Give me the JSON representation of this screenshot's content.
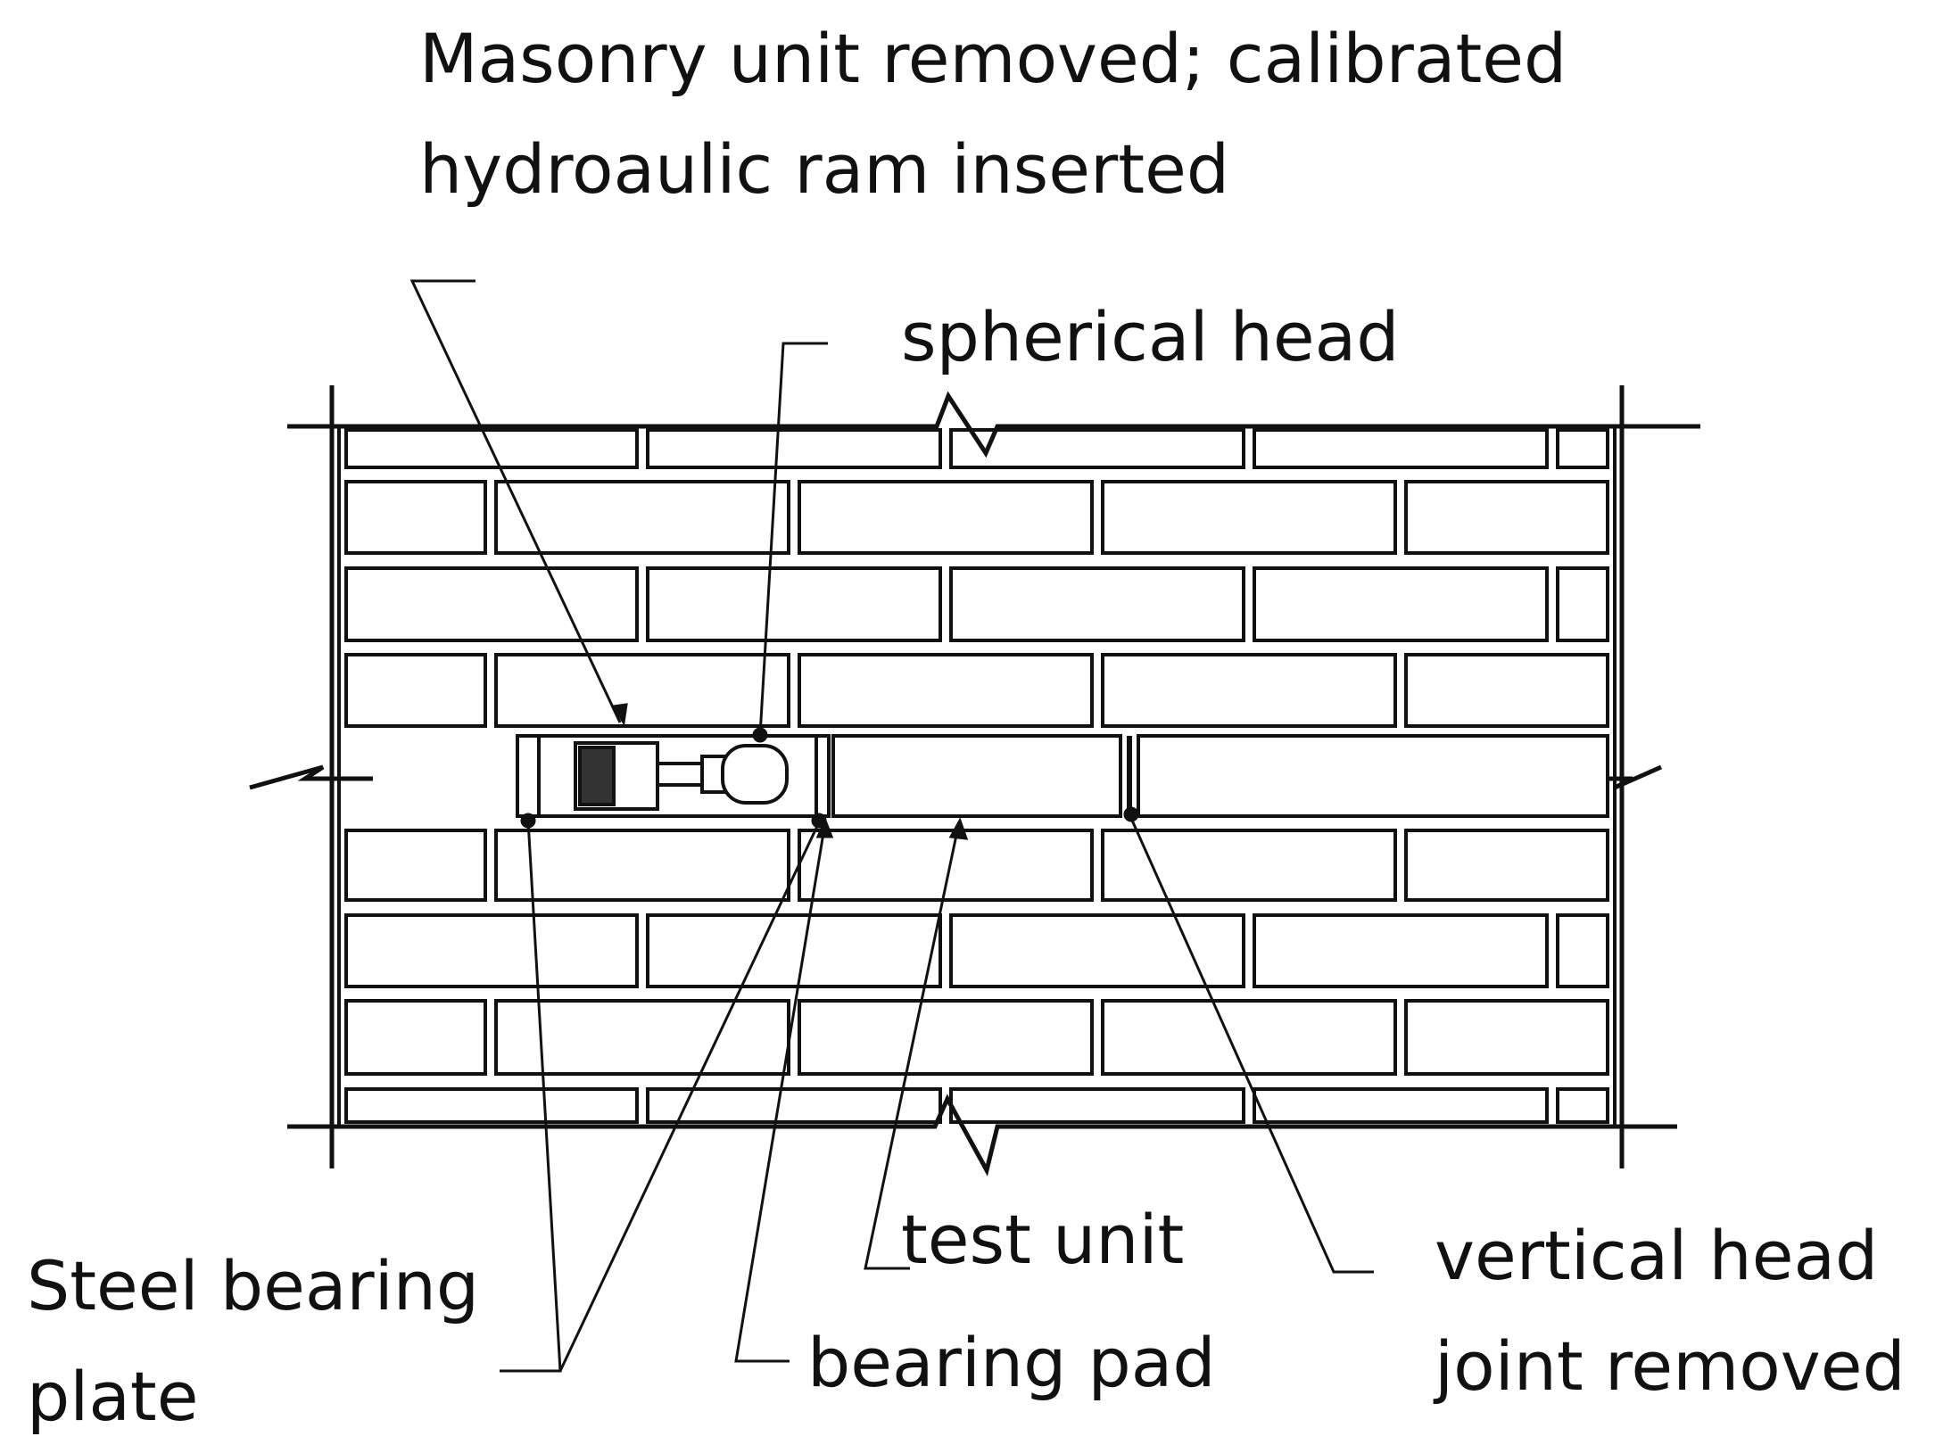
{
  "labels": {
    "masonry_unit": [
      "Masonry unit removed; calibrated",
      "hydroaulic ram inserted"
    ],
    "spherical_head": "spherical head",
    "test_unit": "test unit",
    "vertical_head_joint": [
      "vertical head",
      "joint removed"
    ],
    "steel_bearing_plate": [
      "Steel bearing",
      "plate"
    ],
    "bearing_pad": "bearing pad"
  },
  "colors": {
    "ink": "#111111",
    "ram_fill": "#333333",
    "background": "#ffffff"
  }
}
